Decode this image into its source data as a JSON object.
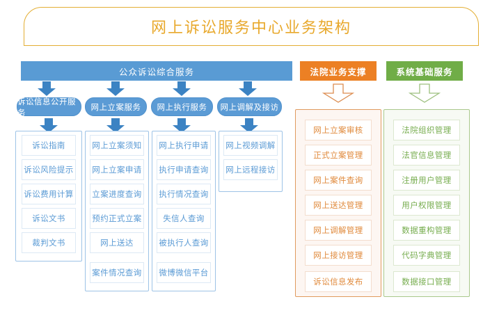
{
  "title": {
    "text": "网上诉讼服务中心业务架构"
  },
  "colors": {
    "title_gold": "#E8A82B",
    "blue": "#5B9BD5",
    "blue_dark": "#3C83C3",
    "orange": "#EC8024",
    "green": "#70AD47",
    "blue_text": "#5B9BD5",
    "orange_text": "#E08A3C",
    "green_text": "#77AD4F"
  },
  "headers": {
    "public": "公众诉讼综合服务",
    "court": "法院业务支撑",
    "system": "系统基础服务"
  },
  "columns": [
    {
      "id": "litigation-info-disclosure",
      "pill": "诉讼信息公开服务",
      "items": [
        "诉讼指南",
        "诉讼风险提示",
        "诉讼费用计算",
        "诉讼文书",
        "裁判文书"
      ]
    },
    {
      "id": "online-filing",
      "pill": "网上立案服务",
      "items": [
        "网上立案须知",
        "网上立案申请",
        "立案进度查询",
        "预约正式立案",
        "网上送达",
        "案件情况查询"
      ]
    },
    {
      "id": "online-enforcement",
      "pill": "网上执行服务",
      "items": [
        "网上执行申请",
        "执行申请查询",
        "执行情况查询",
        "失信人查询",
        "被执行人查询",
        "微博微信平台"
      ]
    },
    {
      "id": "online-mediation-reception",
      "pill": "网上调解及接访",
      "items": [
        "网上视频调解",
        "网上远程接访"
      ]
    }
  ],
  "court_support": {
    "items": [
      "网上立案审核",
      "正式立案管理",
      "网上案件查询",
      "网上送达管理",
      "网上调解管理",
      "网上接访管理",
      "诉讼信息发布"
    ]
  },
  "system_services": {
    "items": [
      "法院组织管理",
      "法官信息管理",
      "注册用户管理",
      "用户权限管理",
      "数据重构管理",
      "代码字典管理",
      "数据接口管理"
    ]
  },
  "icons": {
    "arrow_down_filled": "arrow-down-filled-icon",
    "arrow_down_outline": "arrow-down-outline-icon"
  }
}
